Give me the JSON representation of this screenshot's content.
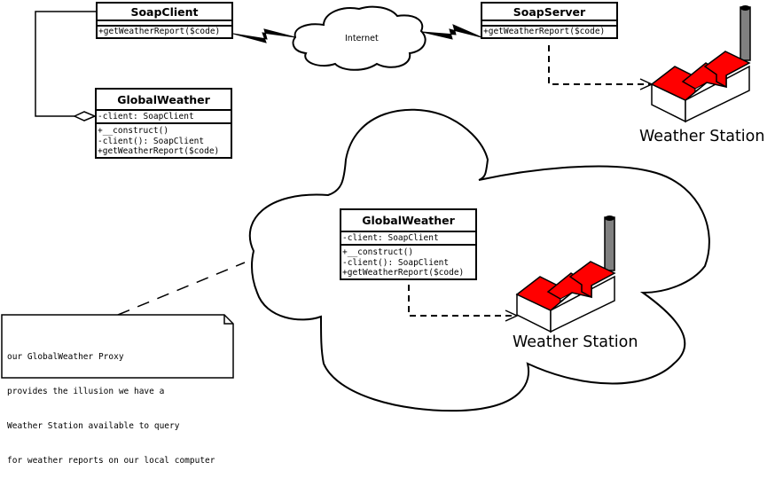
{
  "diagram": {
    "internet_cloud": {
      "label": "Internet"
    },
    "soap_client": {
      "title": "SoapClient",
      "attributes": [],
      "operations": [
        "+getWeatherReport($code)"
      ]
    },
    "soap_server": {
      "title": "SoapServer",
      "attributes": [],
      "operations": [
        "+getWeatherReport($code)"
      ]
    },
    "global_weather_remote": {
      "title": "GlobalWeather",
      "attributes": [
        "-client: SoapClient"
      ],
      "operations": [
        "+__construct()",
        "-client(): SoapClient",
        "+getWeatherReport($code)"
      ]
    },
    "global_weather_local": {
      "title": "GlobalWeather",
      "attributes": [
        "-client: SoapClient"
      ],
      "operations": [
        "+__construct()",
        "-client(): SoapClient",
        "+getWeatherReport($code)"
      ]
    },
    "weather_station_remote": {
      "label": "Weather Station"
    },
    "weather_station_local": {
      "label": "Weather Station"
    },
    "note": {
      "lines": [
        "our GlobalWeather Proxy",
        "provides the illusion we have a",
        "Weather Station available to query",
        "for weather reports on our local computer"
      ]
    },
    "colors": {
      "roof": "#ff0000",
      "chimney": "#808080",
      "stroke": "#000000",
      "background": "#ffffff"
    }
  }
}
